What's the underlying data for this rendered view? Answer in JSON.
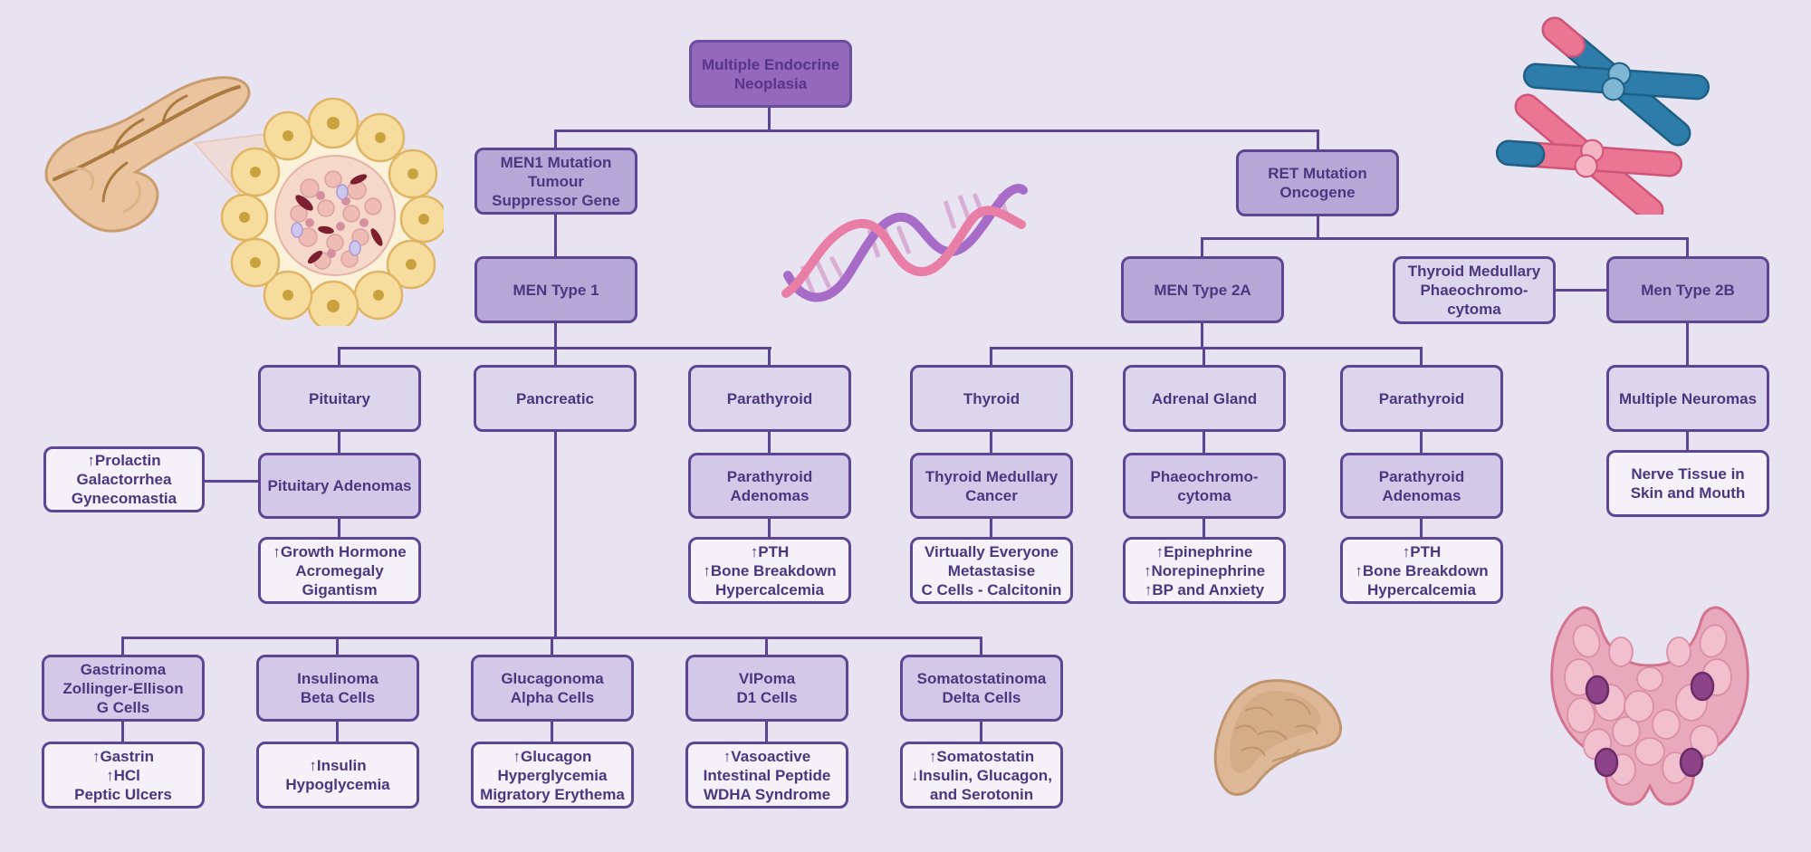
{
  "diagram_title": "Multiple Endocrine Neoplasia",
  "colors": {
    "background": "#e8e3f1",
    "line": "#5c4694",
    "root_fill": "#9468bb",
    "level2_fill": "#b5a8d6",
    "category_fill": "#dcd6ec",
    "tumour_fill": "#d1c9e7",
    "outcome_fill": "#f5f1f9",
    "text": "#4b3780",
    "chromosome_blue": "#2e7ca9",
    "chromosome_pink": "#ea7693",
    "dna_pink": "#e87ea6",
    "dna_purple": "#a76bc8",
    "pancreas_tan": "#e9c49f",
    "thyroid_pink": "#e9a9bd"
  },
  "nodes": {
    "root": {
      "label": "Multiple Endocrine\nNeoplasia"
    },
    "men1": {
      "label": "MEN1 Mutation\nTumour\nSuppressor Gene"
    },
    "men_type_1": {
      "label": "MEN Type 1"
    },
    "ret": {
      "label": "RET Mutation\nOncogene"
    },
    "men_type_2a": {
      "label": "MEN Type 2A"
    },
    "thyroid_medullary_phaeo": {
      "label": "Thyroid Medullary\nPhaeochromo-\ncytoma"
    },
    "men_type_2b": {
      "label": "Men Type 2B"
    },
    "pituitary": {
      "label": "Pituitary"
    },
    "pancreatic": {
      "label": "Pancreatic"
    },
    "parathyroid_men1": {
      "label": "Parathyroid"
    },
    "prolactin": {
      "label": "↑Prolactin\nGalactorrhea\nGynecomastia"
    },
    "pituitary_adenomas": {
      "label": "Pituitary Adenomas"
    },
    "growth_hormone": {
      "label": "↑Growth Hormone\nAcromegaly\nGigantism"
    },
    "parathyroid_adenomas_men1": {
      "label": "Parathyroid\nAdenomas"
    },
    "pth_men1": {
      "label": "↑PTH\n↑Bone Breakdown\nHypercalcemia"
    },
    "gastrinoma": {
      "label": "Gastrinoma\nZollinger-Ellison\nG Cells"
    },
    "gastrin": {
      "label": "↑Gastrin\n↑HCl\nPeptic Ulcers"
    },
    "insulinoma": {
      "label": "Insulinoma\nBeta Cells"
    },
    "insulin": {
      "label": "↑Insulin\nHypoglycemia"
    },
    "glucagonoma": {
      "label": "Glucagonoma\nAlpha Cells"
    },
    "glucagon": {
      "label": "↑Glucagon\nHyperglycemia\nMigratory Erythema"
    },
    "vipoma": {
      "label": "VIPoma\nD1 Cells"
    },
    "vip": {
      "label": "↑Vasoactive\nIntestinal Peptide\nWDHA Syndrome"
    },
    "somatostatinoma": {
      "label": "Somatostatinoma\nDelta Cells"
    },
    "somatostatin": {
      "label": "↑Somatostatin\n↓Insulin, Glucagon,\nand Serotonin"
    },
    "thyroid": {
      "label": "Thyroid"
    },
    "thyroid_medullary_cancer": {
      "label": "Thyroid Medullary\nCancer"
    },
    "metastasise": {
      "label": "Virtually Everyone\nMetastasise\nC Cells - Calcitonin"
    },
    "adrenal_gland": {
      "label": "Adrenal Gland"
    },
    "phaeochromocytoma": {
      "label": "Phaeochromo-\ncytoma"
    },
    "epinephrine": {
      "label": "↑Epinephrine\n↑Norepinephrine\n↑BP and Anxiety"
    },
    "parathyroid_2a": {
      "label": "Parathyroid"
    },
    "parathyroid_adenomas_2a": {
      "label": "Parathyroid\nAdenomas"
    },
    "pth_2a": {
      "label": "↑PTH\n↑Bone Breakdown\nHypercalcemia"
    },
    "multiple_neuromas": {
      "label": "Multiple Neuromas"
    },
    "nerve_tissue": {
      "label": "Nerve Tissue in\nSkin and Mouth"
    }
  },
  "illustrations": [
    "pancreas-illustration",
    "islet-histology-illustration",
    "dna-helix-illustration",
    "chromosomes-illustration",
    "adrenal-gland-illustration",
    "thyroid-illustration"
  ]
}
